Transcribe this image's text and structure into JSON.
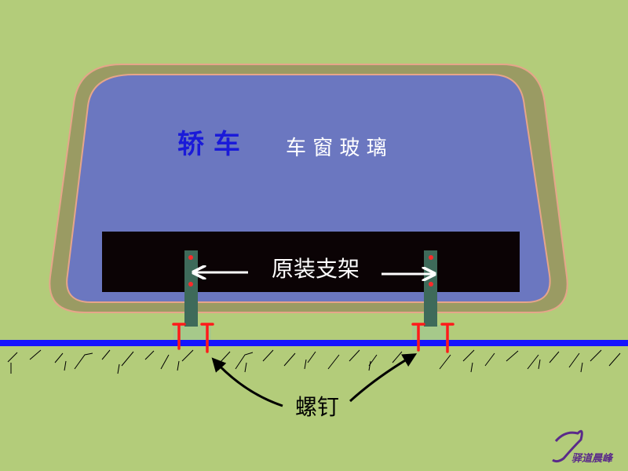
{
  "background_color": "#b3cc7a",
  "window": {
    "outer_frame_color": "#9a9b63",
    "frame_edge_color": "#e6a58a",
    "glass_color": "#6b77c0",
    "title_bold": "轿 车",
    "title_bold_color": "#1a1ad9",
    "title_rest": "车 窗 玻 璃",
    "title_rest_color": "#ffffff"
  },
  "bracket_panel": {
    "color": "#0b0305",
    "label": "原装支架",
    "label_color": "#ffffff"
  },
  "posts": {
    "color": "#3e6a5a",
    "base_color": "#a6c98a",
    "dot_color": "#ff2a2a",
    "screw_color": "#ff1a1a"
  },
  "ground_line_color": "#1414ff",
  "screw_label": "螺钉",
  "screw_label_color": "#000000",
  "watermark": {
    "text": "驿道晨峰"
  }
}
